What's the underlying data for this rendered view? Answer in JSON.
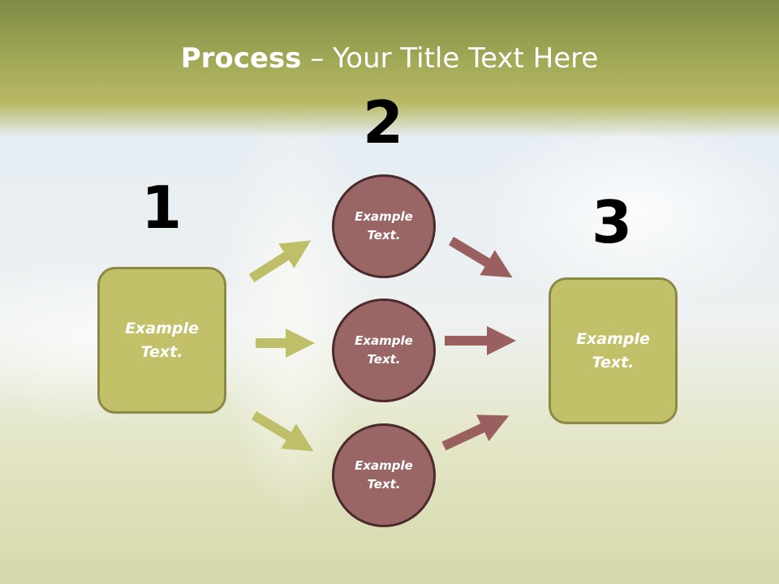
{
  "title": {
    "bold": "Process",
    "rest": " – Your Title Text Here"
  },
  "steps": [
    {
      "number": "1",
      "label": "Example Text."
    },
    {
      "number": "2",
      "items": [
        "Example Text.",
        "Example Text.",
        "Example Text."
      ]
    },
    {
      "number": "3",
      "label": "Example Text."
    }
  ],
  "colors": {
    "box": "#c3c06a",
    "circle": "#9a6565",
    "green_arrow": "#bfbf6a",
    "brown_arrow": "#9a6060"
  }
}
